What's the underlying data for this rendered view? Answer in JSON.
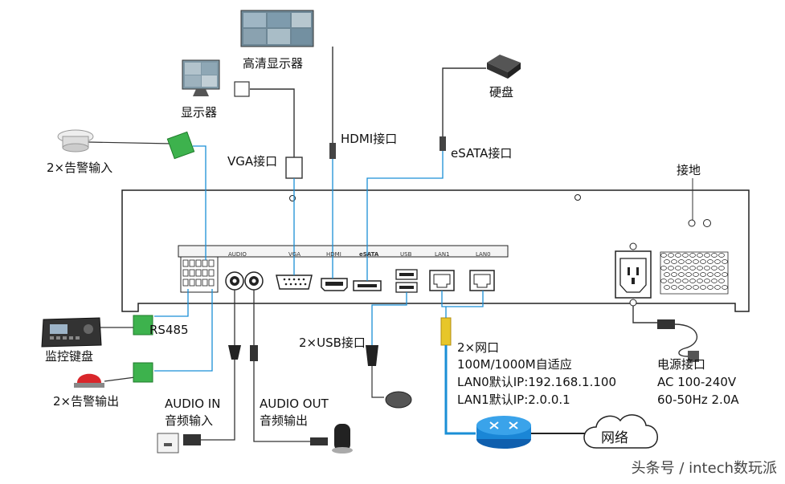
{
  "labels": {
    "hd_monitor": "高清显示器",
    "monitor": "显示器",
    "hdd": "硬盘",
    "alarm_in": "2×告警输入",
    "vga_port": "VGA接口",
    "hdmi_port": "HDMI接口",
    "esata_port": "eSATA接口",
    "ground": "接地",
    "rs485": "RS485",
    "keyboard": "监控键盘",
    "alarm_out": "2×告警输出",
    "usb": "2×USB接口",
    "net_title": "2×网口",
    "net_speed": "100M/1000M自适应",
    "lan0": "LAN0默认IP:192.168.1.100",
    "lan1": "LAN1默认IP:2.0.0.1",
    "power_title": "电源接口",
    "power_ac": "AC 100-240V",
    "power_hz": "60-50Hz 2.0A",
    "audio_in_1": "AUDIO IN",
    "audio_in_2": "音频输入",
    "audio_out_1": "AUDIO OUT",
    "audio_out_2": "音频输出",
    "network": "网络",
    "watermark": "头条号 / intech数玩派"
  },
  "panel_labels": {
    "audio": "AUDIO",
    "vga": "VGA",
    "hdmi": "HDMI",
    "esata": "eSATA",
    "usb": "USB",
    "lan1": "LAN1",
    "lan0": "LAN0"
  },
  "colors": {
    "cable": "#1a8fd6",
    "device_outline": "#222222",
    "wire": "#333333"
  }
}
